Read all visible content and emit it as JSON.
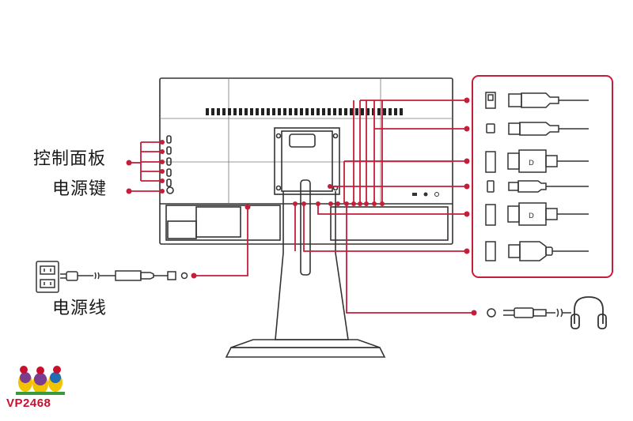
{
  "labels": {
    "control_panel": "控制面板",
    "power_key": "电源键",
    "power_cord": "电源线",
    "model": "VP2468"
  },
  "logo": {
    "icon": "viewsonic-birds-logo-icon"
  },
  "colors": {
    "connector_line": "#c41e3a",
    "outline": "#333333",
    "panel_border": "#c41e3a",
    "brand_red": "#c8102e"
  },
  "ports": [
    {
      "icon": "usb-type-a-icon"
    },
    {
      "icon": "usb-type-b-icon"
    },
    {
      "icon": "displayport-icon"
    },
    {
      "icon": "mini-displayport-icon"
    },
    {
      "icon": "displayport-icon"
    },
    {
      "icon": "hdmi-icon"
    }
  ],
  "audio": {
    "icon": "headphones-icon"
  }
}
